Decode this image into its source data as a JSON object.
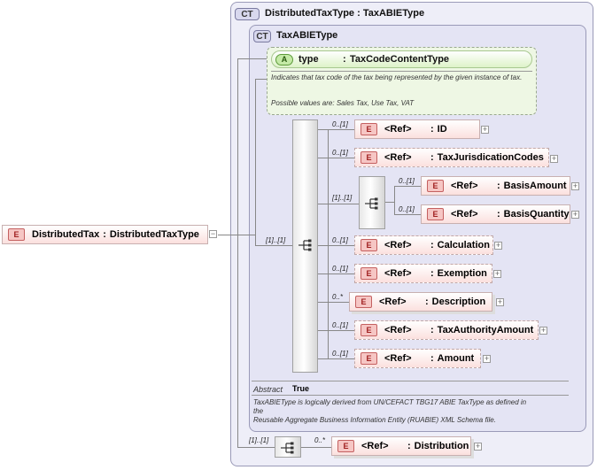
{
  "root_element": {
    "badge": "E",
    "name": "DistributedTax",
    "sep": ":",
    "type": "DistributedTaxType"
  },
  "outer_type": {
    "badge": "CT",
    "title": "DistributedTaxType : TaxABIEType"
  },
  "inner_type": {
    "badge": "CT",
    "title": "TaxABIEType"
  },
  "attribute": {
    "badge": "A",
    "name": "type",
    "sep": ":",
    "type": "TaxCodeContentType",
    "doc1": "Indicates that tax code of the tax being represented by the given instance of tax.",
    "doc2": "Possible values are: Sales Tax, Use Tax, VAT"
  },
  "sequence_cardinality": "[1]..[1]",
  "choice_cardinality": "[1]..[1]",
  "elements": [
    {
      "card": "0..[1]",
      "badge": "E",
      "ref": "<Ref>",
      "sep": ":",
      "name": "ID"
    },
    {
      "card": "0..[1]",
      "badge": "E",
      "ref": "<Ref>",
      "sep": ":",
      "name": "TaxJurisdicationCodes"
    },
    {
      "card": "0..[1]",
      "badge": "E",
      "ref": "<Ref>",
      "sep": ":",
      "name": "BasisAmount"
    },
    {
      "card": "0..[1]",
      "badge": "E",
      "ref": "<Ref>",
      "sep": ":",
      "name": "BasisQuantity"
    },
    {
      "card": "0..[1]",
      "badge": "E",
      "ref": "<Ref>",
      "sep": ":",
      "name": "Calculation"
    },
    {
      "card": "0..[1]",
      "badge": "E",
      "ref": "<Ref>",
      "sep": ":",
      "name": "Exemption"
    },
    {
      "card": "0..*",
      "badge": "E",
      "ref": "<Ref>",
      "sep": ":",
      "name": "Description"
    },
    {
      "card": "0..[1]",
      "badge": "E",
      "ref": "<Ref>",
      "sep": ":",
      "name": "TaxAuthorityAmount"
    },
    {
      "card": "0..[1]",
      "badge": "E",
      "ref": "<Ref>",
      "sep": ":",
      "name": "Amount"
    }
  ],
  "abstract": {
    "label": "Abstract",
    "value": "True"
  },
  "type_doc": {
    "line1": "TaxABIEType is logically derived from UN/CEFACT TBG17 ABIE TaxType as defined in",
    "line2": "the",
    "line3": "Reusable Aggregate Business Information Entity (RUABIE) XML Schema file."
  },
  "bottom_sequence_cardinality": "[1]..[1]",
  "distribution": {
    "card": "0..*",
    "badge": "E",
    "ref": "<Ref>",
    "sep": ":",
    "name": "Distribution"
  },
  "plus_symbol": "+",
  "minus_symbol": "−"
}
